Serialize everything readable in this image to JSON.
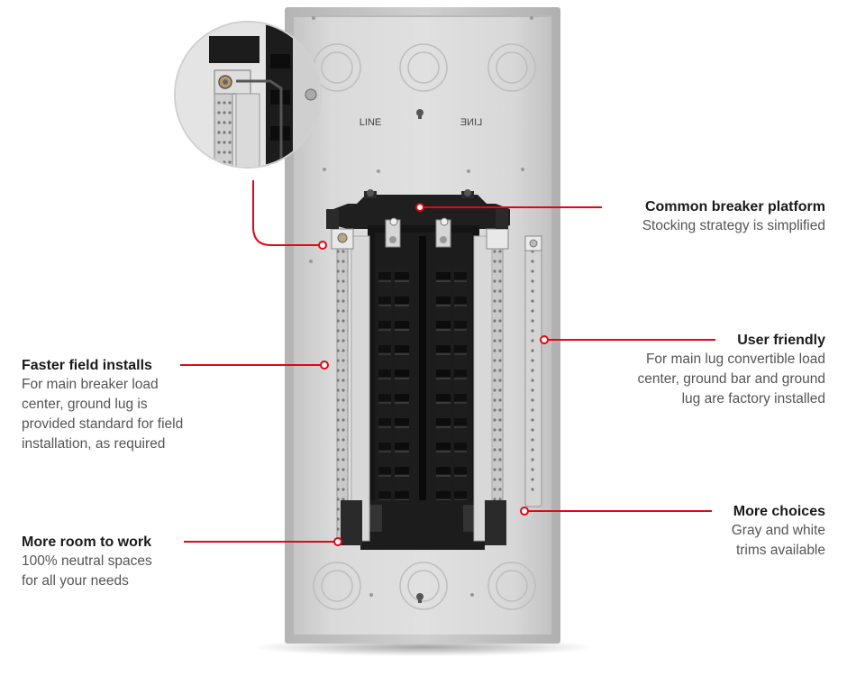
{
  "panel_labels": {
    "line_left": "LINE",
    "line_right": "LINE"
  },
  "callouts": {
    "common_platform": {
      "title": "Common breaker platform",
      "body": "Stocking strategy is simplified"
    },
    "user_friendly": {
      "title": "User friendly",
      "body_lines": [
        "For main lug convertible load",
        "center, ground bar and ground",
        "lug are factory installed"
      ]
    },
    "more_choices": {
      "title": "More choices",
      "body_lines": [
        "Gray and white",
        "trims available"
      ]
    },
    "faster_installs": {
      "title": "Faster field installs",
      "body": "For main breaker load center, ground lug is provided standard for field installation, as required"
    },
    "more_room": {
      "title": "More room to work",
      "body_lines": [
        "100% neutral spaces",
        "for all your needs"
      ]
    }
  },
  "colors": {
    "accent": "#e30613",
    "panel": "#d4d4d4",
    "breaker": "#1c1c1c",
    "heading": "#1a1a1a",
    "body_text": "#555555"
  }
}
